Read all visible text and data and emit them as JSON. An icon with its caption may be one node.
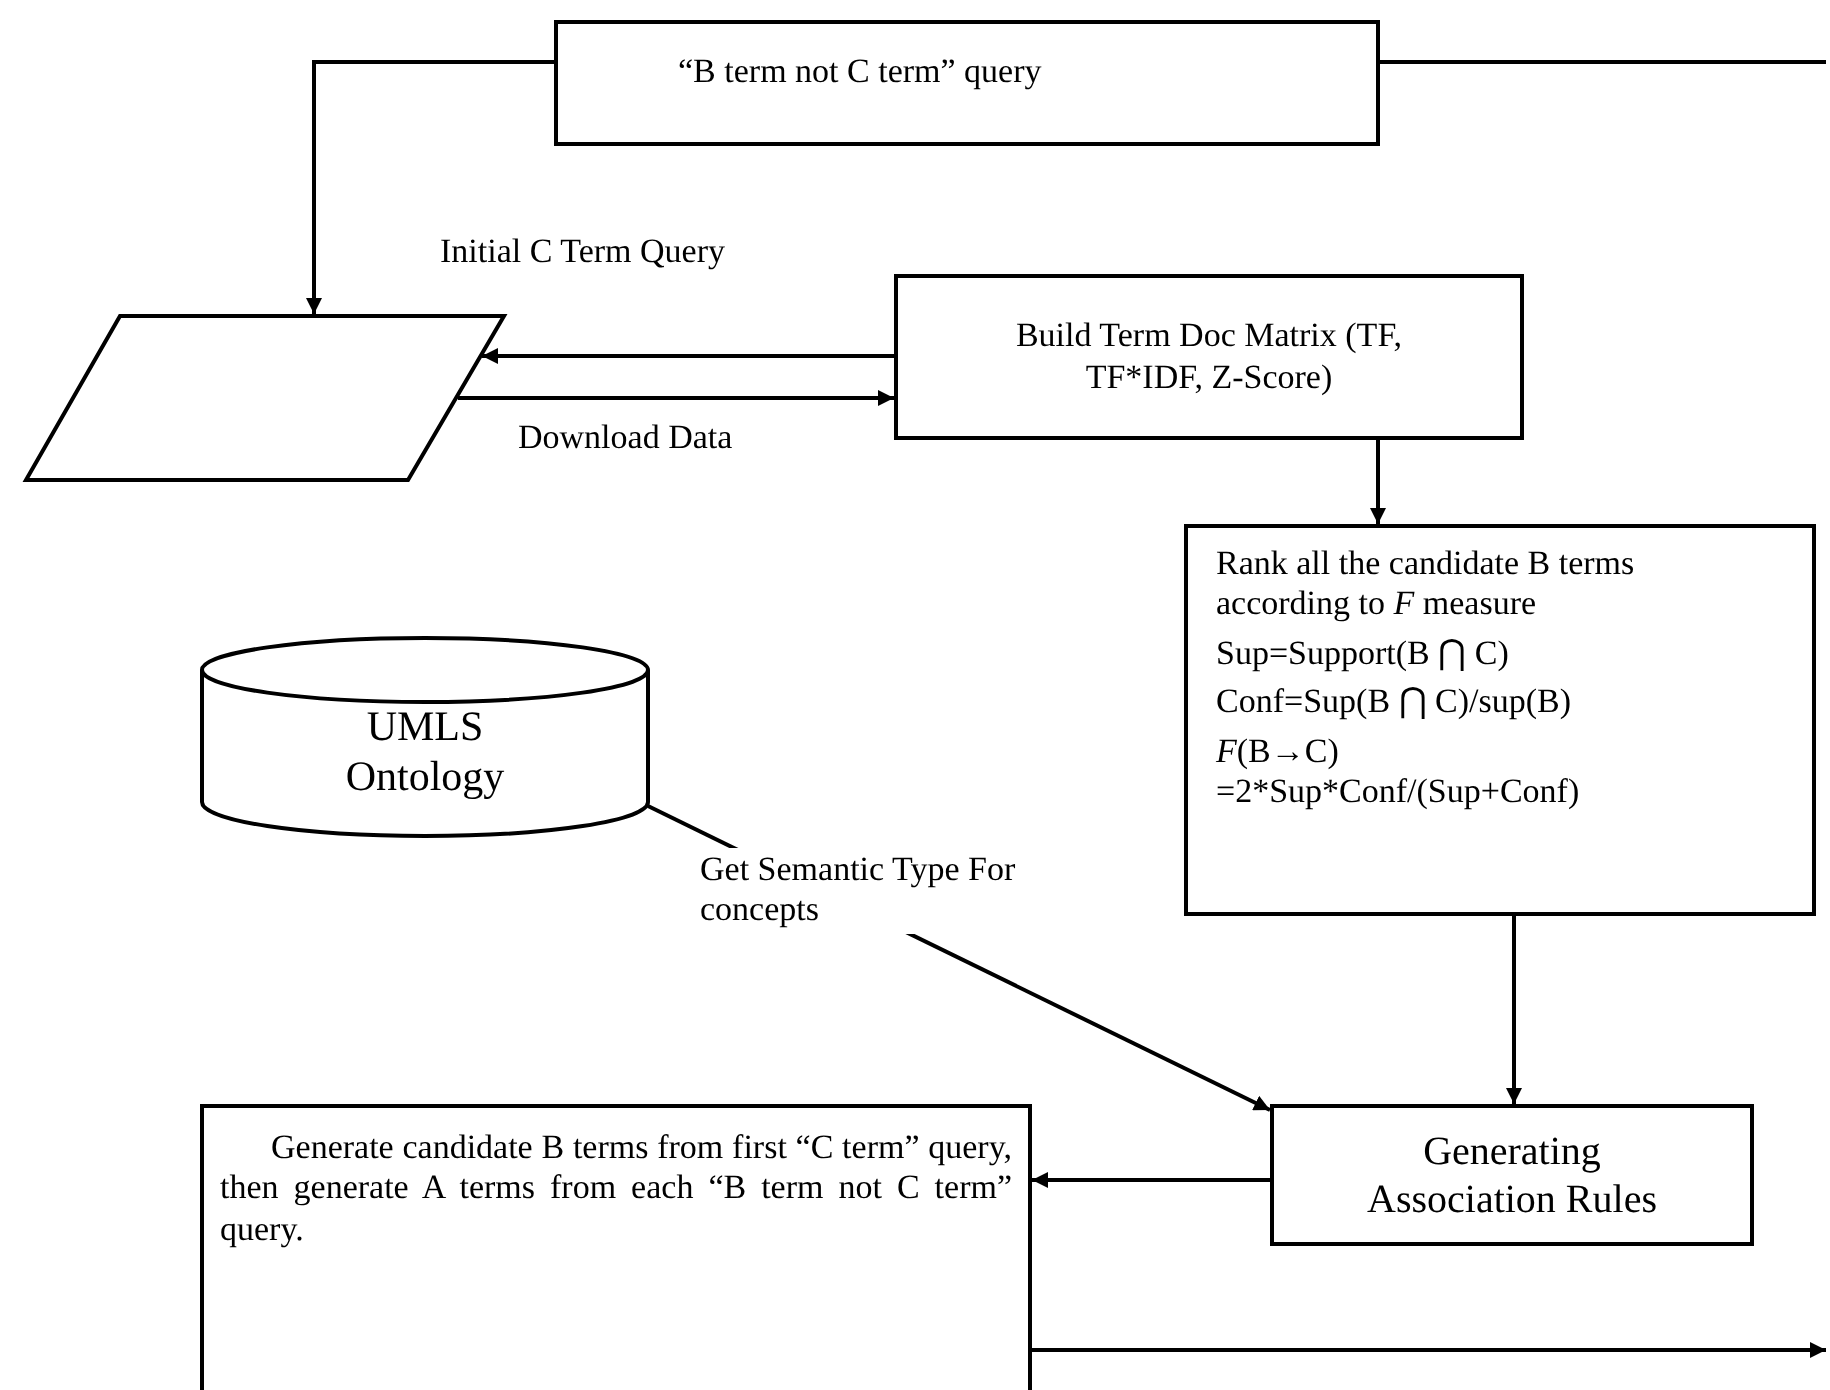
{
  "diagram": {
    "nodes": [
      {
        "text": [
          "“B term not C term” query"
        ]
      },
      {
        "text": [],
        "shape": "parallelogram"
      },
      {
        "text": [
          "Build Term Doc Matrix (TF, TF*IDF, Z-Score)"
        ]
      },
      {
        "text": [
          "Rank all the candidate B terms according to *F* measure",
          "Sup=Support(B ⋂ C)",
          "Conf=Sup(B ⋂ C)/sup(B)",
          "*F*(B→C) =2*Sup*Conf/(Sup+Conf)"
        ]
      },
      {
        "text": [
          "UMLS Ontology"
        ]
      },
      {
        "text": [
          "Generating Association Rules"
        ]
      },
      {
        "text": [
          "Generate candidate B terms from first “C term” query, then generate A terms from each “B term not C term” query."
        ]
      }
    ],
    "edges": [
      {
        "from": 0,
        "to": 1,
        "arrow": "to"
      },
      {
        "from": 0,
        "to": null,
        "arrow": "none"
      },
      {
        "from": 2,
        "to": 1,
        "arrow": "to",
        "label": "Initial C Term Query"
      },
      {
        "from": 1,
        "to": 2,
        "arrow": "to",
        "label": "Download Data"
      },
      {
        "from": 2,
        "to": 3,
        "arrow": "to"
      },
      {
        "from": 3,
        "to": 5,
        "arrow": "to"
      },
      {
        "from": 4,
        "to": 5,
        "arrow": "to",
        "label": "Get Semantic Type For concepts"
      },
      {
        "from": 5,
        "to": 6,
        "arrow": "to"
      },
      {
        "from": 6,
        "to": null,
        "arrow": "to"
      }
    ]
  }
}
